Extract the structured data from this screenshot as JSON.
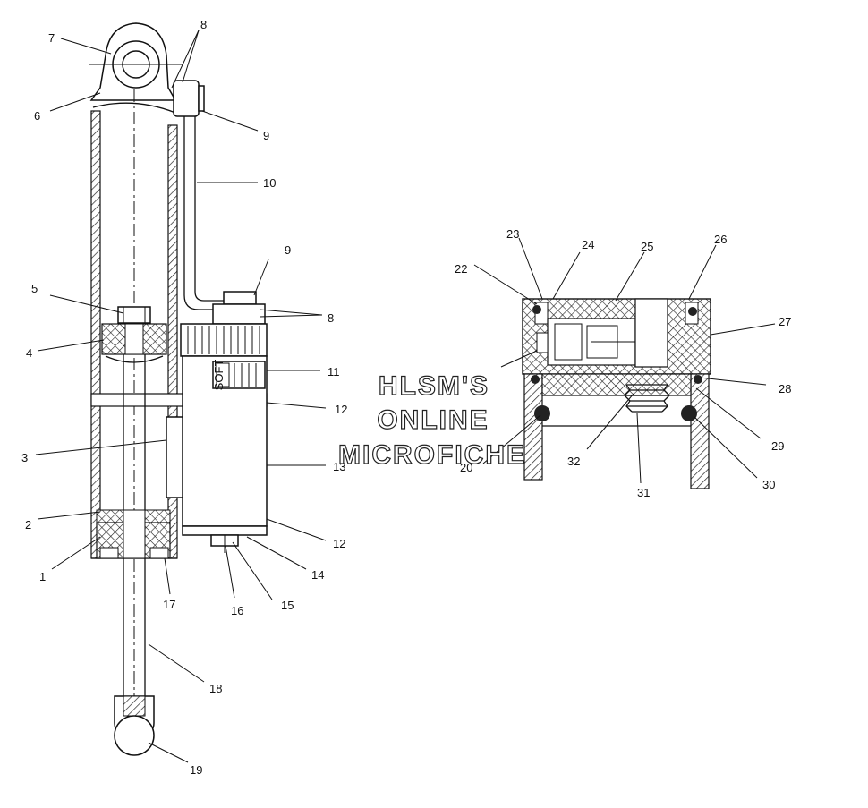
{
  "callouts": {
    "c1": "1",
    "c2": "2",
    "c3": "3",
    "c4": "4",
    "c5": "5",
    "c6": "6",
    "c7": "7",
    "c8a": "8",
    "c8b": "8",
    "c9a": "9",
    "c9b": "9",
    "c10": "10",
    "c11": "11",
    "c12a": "12",
    "c12b": "12",
    "c13": "13",
    "c14": "14",
    "c15": "15",
    "c16": "16",
    "c17": "17",
    "c18": "18",
    "c19": "19",
    "c20": "20",
    "c22": "22",
    "c23": "23",
    "c24": "24",
    "c25": "25",
    "c26": "26",
    "c27": "27",
    "c28": "28",
    "c29": "29",
    "c30": "30",
    "c31": "31",
    "c32": "32"
  },
  "watermark": {
    "line1": "HLSM'S",
    "line2": "ONLINE",
    "line3": "MICROFICHE"
  },
  "reservoir_label": "SOFT",
  "colors": {
    "ink": "#111111",
    "paper": "#ffffff",
    "hatch": "#222222"
  }
}
